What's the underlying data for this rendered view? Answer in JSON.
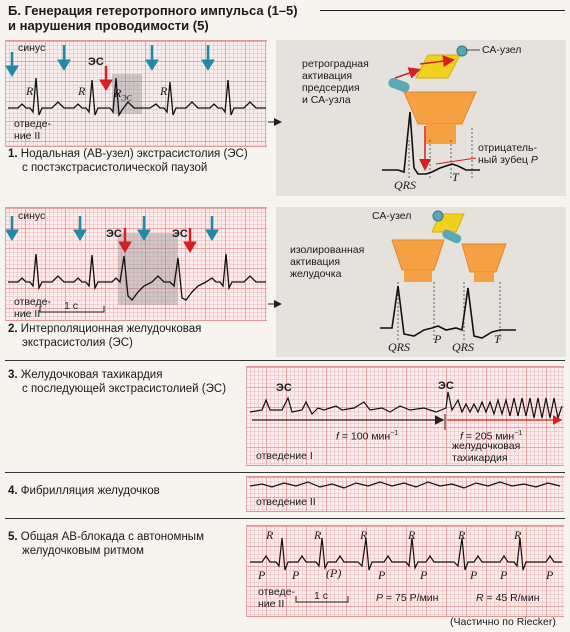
{
  "title": {
    "line1": "Б. Генерация гетеротропного импульса (1–5)",
    "line2": "и нарушения проводимости (5)"
  },
  "s1": {
    "num": "1.",
    "caption_l1": "Нодальная (АВ-узел) экстрасистолия (ЭС)",
    "caption_l2": "с постэкстрасистолической паузой",
    "sinus": "синус",
    "es": "ЭС",
    "r": "R",
    "res": "R",
    "res_sub": "ЭС",
    "lead_l1": "отведе-",
    "lead_l2": "ние II",
    "heart": {
      "sa": "СА-узел",
      "retro_l1": "ретроградная",
      "retro_l2": "активация",
      "retro_l3": "предсердия",
      "retro_l4": "и СА-узла",
      "neg_l1": "отрицатель-",
      "neg_l2": "ный зубец",
      "neg_p": "P",
      "qrs": "QRS",
      "t": "T"
    }
  },
  "s2": {
    "num": "2.",
    "caption_l1": "Интерполяционная желудочковая",
    "caption_l2": "экстрасистолия (ЭС)",
    "sinus": "синус",
    "es": "ЭС",
    "lead_l1": "отведе-",
    "lead_l2": "ние II",
    "scale": "1 с",
    "heart": {
      "sa": "СА-узел",
      "iso_l1": "изолированная",
      "iso_l2": "активация",
      "iso_l3": "желудочка",
      "qrs": "QRS",
      "p": "P",
      "t": "T"
    }
  },
  "s3": {
    "num": "3.",
    "caption_l1": "Желудочковая тахикардия",
    "caption_l2": "с последующей экстрасистолией (ЭС)",
    "es": "ЭС",
    "f1": "f",
    "f1_val": "= 100 мин",
    "f2": "f",
    "f2_val": "= 205 мин",
    "exp": "−1",
    "vt_l1": "желудочковая",
    "vt_l2": "тахикардия",
    "lead": "отведение I"
  },
  "s4": {
    "num": "4.",
    "caption": "Фибрилляция желудочков",
    "lead": "отведение II"
  },
  "s5": {
    "num": "5.",
    "caption_l1": "Общая АВ-блокада с автономным",
    "caption_l2": "желудочковым ритмом",
    "r": "R",
    "p": "P",
    "pp": "(P)",
    "lead_l1": "отведе-",
    "lead_l2": "ние II",
    "scale": "1 с",
    "rate_p": "P",
    "rate_p_val": "= 75 P/мин",
    "rate_r": "R",
    "rate_r_val": "= 45 R/мин"
  },
  "credit": "(Частично по Riecker)",
  "colors": {
    "arrow_blue": "#1f8aa8",
    "arrow_red": "#d42020",
    "heart_orange": "#f5a043",
    "heart_yellow": "#f2d020",
    "node_teal": "#5aa7b5",
    "trace": "#111111"
  }
}
